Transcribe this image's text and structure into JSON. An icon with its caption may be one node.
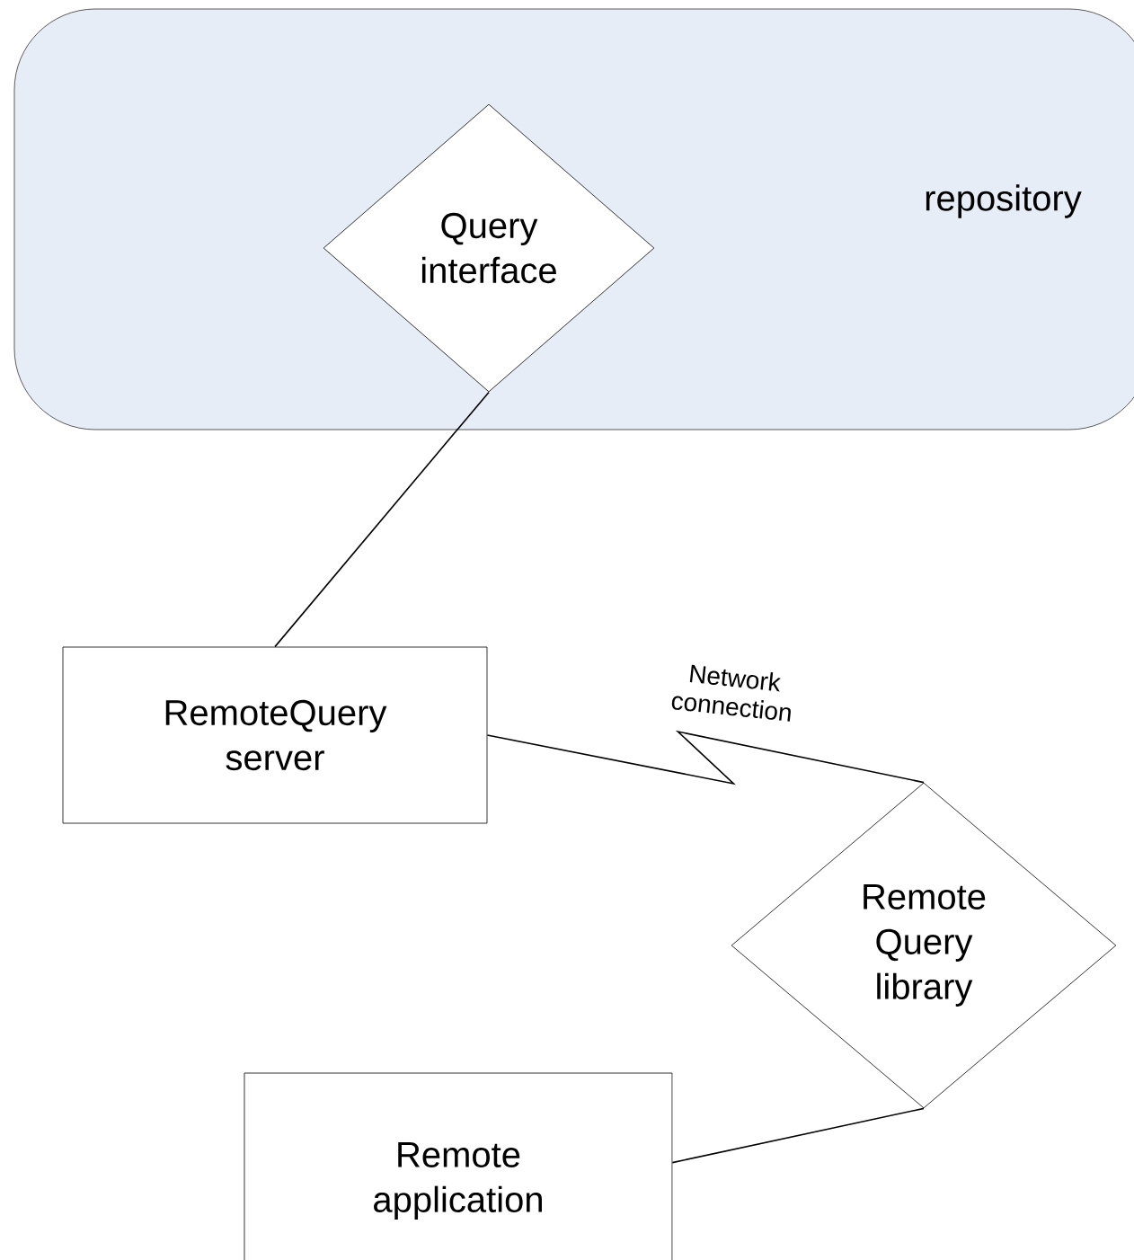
{
  "diagram": {
    "nodes": [
      {
        "text": [
          "repository"
        ]
      },
      {
        "text": [
          "Query interface"
        ],
        "in": 0
      },
      {
        "text": [
          "RemoteQuery server"
        ]
      },
      {
        "text": [
          "Remote Query library"
        ]
      },
      {
        "text": [
          "Remote application"
        ]
      }
    ],
    "edges": [
      {
        "from": 1,
        "to": 2,
        "arrow": "none"
      },
      {
        "from": 2,
        "to": 3,
        "arrow": "none",
        "label": "Network connection"
      },
      {
        "from": 4,
        "to": 3,
        "arrow": "none"
      }
    ]
  }
}
